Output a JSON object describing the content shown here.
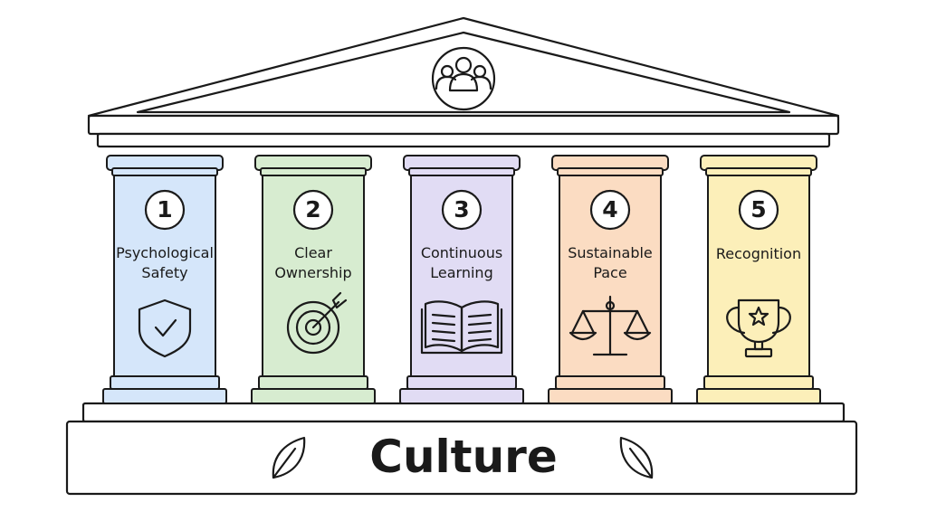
{
  "pediment": {
    "icon": "team-icon"
  },
  "pillars": [
    {
      "number": "1",
      "label": "Psychological\nSafety",
      "icon": "shield-check-icon",
      "color": "#d5e6fa"
    },
    {
      "number": "2",
      "label": "Clear\nOwnership",
      "icon": "target-arrow-icon",
      "color": "#d7ecd0"
    },
    {
      "number": "3",
      "label": "Continuous\nLearning",
      "icon": "open-book-icon",
      "color": "#e1dcf4"
    },
    {
      "number": "4",
      "label": "Sustainable\nPace",
      "icon": "balance-scale-icon",
      "color": "#fbdcc2"
    },
    {
      "number": "5",
      "label": "Recognition",
      "icon": "trophy-icon",
      "color": "#fcefb9"
    }
  ],
  "foundation": {
    "title": "Culture",
    "left_icon": "leaf-icon",
    "right_icon": "leaf-icon"
  },
  "colors": {
    "stroke": "#1a1a1a"
  }
}
